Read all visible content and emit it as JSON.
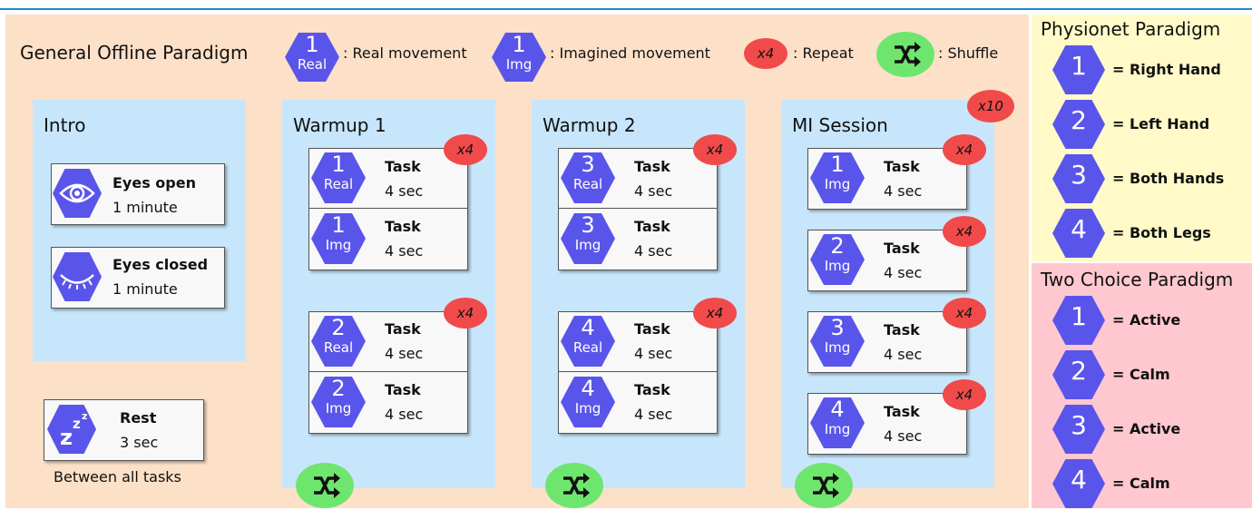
{
  "main_title": "General Offline Paradigm",
  "legend": {
    "real": {
      "num": "1",
      "kind": "Real",
      "text": ": Real movement"
    },
    "img": {
      "num": "1",
      "kind": "Img",
      "text": ": Imagined movement"
    },
    "repeat": {
      "badge": "x4",
      "text": ": Repeat"
    },
    "shuffle": {
      "text": ": Shuffle"
    }
  },
  "intro": {
    "title": "Intro",
    "eyes_open": {
      "title": "Eyes open",
      "duration": "1 minute"
    },
    "eyes_closed": {
      "title": "Eyes closed",
      "duration": "1 minute"
    }
  },
  "rest": {
    "title": "Rest",
    "duration": "3 sec",
    "caption": "Between all tasks"
  },
  "warmup1": {
    "title": "Warmup 1",
    "groups": [
      {
        "repeat": "x4",
        "tasks": [
          {
            "num": "1",
            "kind": "Real",
            "title": "Task",
            "duration": "4 sec"
          },
          {
            "num": "1",
            "kind": "Img",
            "title": "Task",
            "duration": "4 sec"
          }
        ]
      },
      {
        "repeat": "x4",
        "tasks": [
          {
            "num": "2",
            "kind": "Real",
            "title": "Task",
            "duration": "4 sec"
          },
          {
            "num": "2",
            "kind": "Img",
            "title": "Task",
            "duration": "4 sec"
          }
        ]
      }
    ]
  },
  "warmup2": {
    "title": "Warmup 2",
    "groups": [
      {
        "repeat": "x4",
        "tasks": [
          {
            "num": "3",
            "kind": "Real",
            "title": "Task",
            "duration": "4 sec"
          },
          {
            "num": "3",
            "kind": "Img",
            "title": "Task",
            "duration": "4 sec"
          }
        ]
      },
      {
        "repeat": "x4",
        "tasks": [
          {
            "num": "4",
            "kind": "Real",
            "title": "Task",
            "duration": "4 sec"
          },
          {
            "num": "4",
            "kind": "Img",
            "title": "Task",
            "duration": "4 sec"
          }
        ]
      }
    ]
  },
  "mi_session": {
    "title": "MI Session",
    "repeat": "x10",
    "tasks": [
      {
        "num": "1",
        "kind": "Img",
        "title": "Task",
        "duration": "4 sec",
        "repeat": "x4"
      },
      {
        "num": "2",
        "kind": "Img",
        "title": "Task",
        "duration": "4 sec",
        "repeat": "x4"
      },
      {
        "num": "3",
        "kind": "Img",
        "title": "Task",
        "duration": "4 sec",
        "repeat": "x4"
      },
      {
        "num": "4",
        "kind": "Img",
        "title": "Task",
        "duration": "4 sec",
        "repeat": "x4"
      }
    ]
  },
  "physionet": {
    "title": "Physionet Paradigm",
    "items": [
      {
        "num": "1",
        "label": "= Right Hand"
      },
      {
        "num": "2",
        "label": "= Left Hand"
      },
      {
        "num": "3",
        "label": "= Both Hands"
      },
      {
        "num": "4",
        "label": "= Both Legs"
      }
    ]
  },
  "two_choice": {
    "title": "Two Choice Paradigm",
    "items": [
      {
        "num": "1",
        "label": "= Active"
      },
      {
        "num": "2",
        "label": "= Calm"
      },
      {
        "num": "3",
        "label": "= Active"
      },
      {
        "num": "4",
        "label": "= Calm"
      }
    ]
  },
  "colors": {
    "hex": "#5a55ea",
    "repeat": "#f14a4a",
    "shuffle": "#6ee66e",
    "panel": "#c8e6fb",
    "main_bg": "#fde0c8",
    "physionet_bg": "#fffac8",
    "two_choice_bg": "#ffc8d0"
  }
}
